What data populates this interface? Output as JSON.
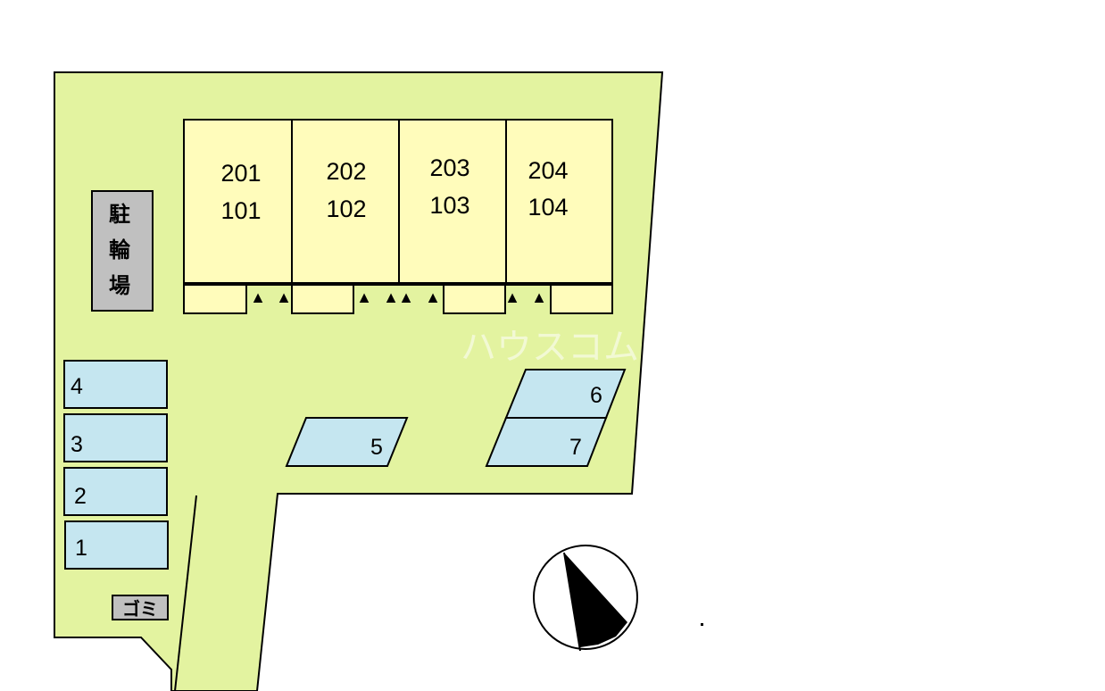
{
  "colors": {
    "ground": "#e3f3a0",
    "building": "#fffcbb",
    "parking": "#c5e6f0",
    "shed": "#c0c0c0",
    "outline": "#000000"
  },
  "building": {
    "units": [
      {
        "upper": "201",
        "lower": "101"
      },
      {
        "upper": "202",
        "lower": "102"
      },
      {
        "upper": "203",
        "lower": "103"
      },
      {
        "upper": "204",
        "lower": "104"
      }
    ],
    "entrance_marker": "▲"
  },
  "bicycle_parking": {
    "chars": [
      "駐",
      "輪",
      "場"
    ]
  },
  "garbage": {
    "label": "ゴミ"
  },
  "parking": {
    "left_slots": [
      "4",
      "3",
      "2",
      "1"
    ],
    "center_slot": "5",
    "right_slots": [
      "6",
      "7"
    ]
  },
  "watermark": "ハウスコム",
  "compass": {
    "icon": "north-arrow-icon"
  }
}
